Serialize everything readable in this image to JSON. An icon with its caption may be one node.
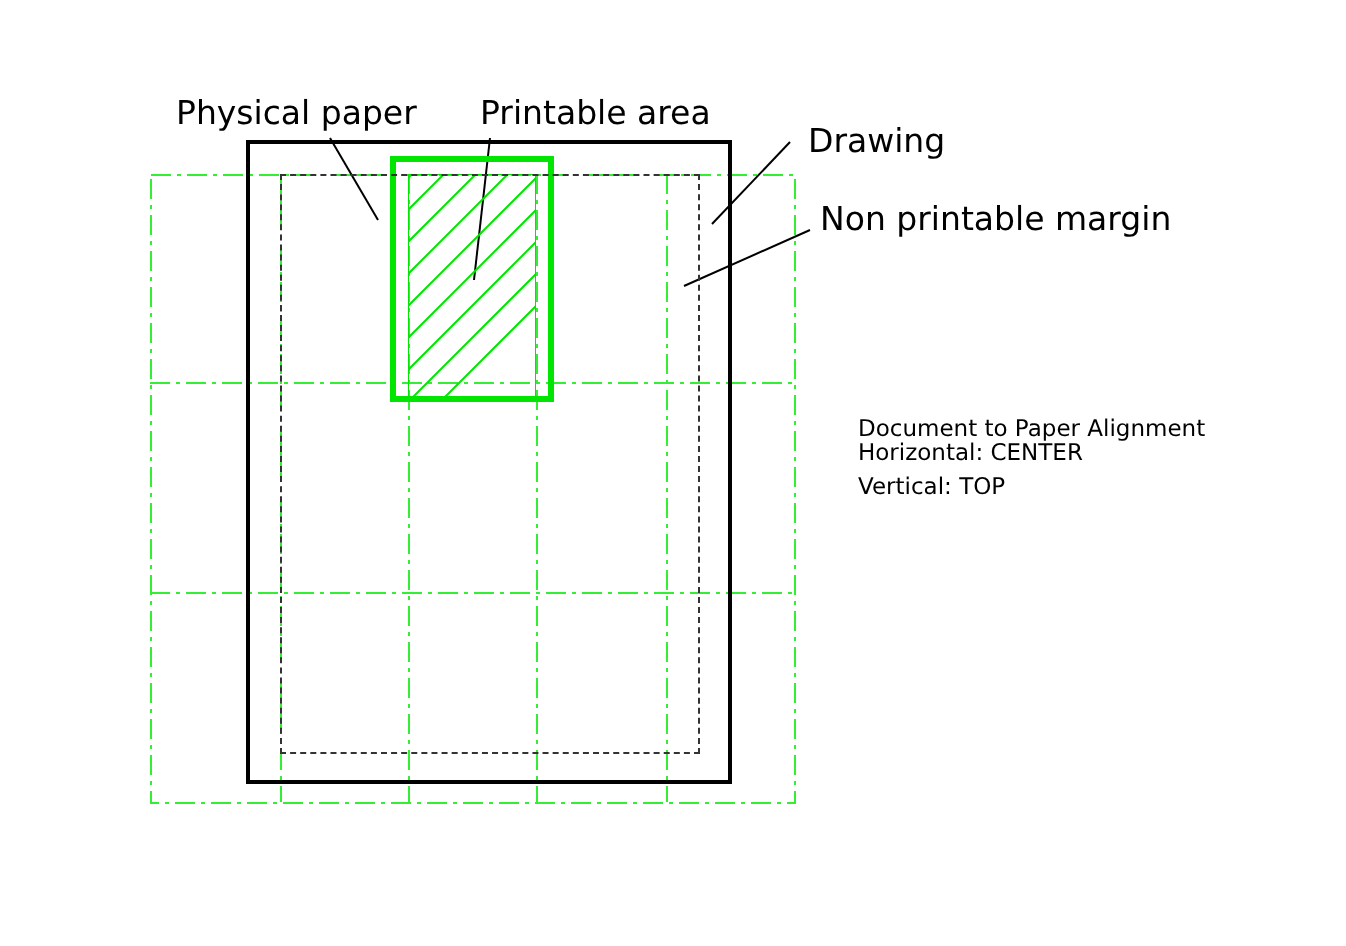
{
  "diagram": {
    "nodes": [
      {
        "text": [
          "Physical paper"
        ]
      },
      {
        "text": [
          "Printable area"
        ]
      },
      {
        "text": [
          "Drawing"
        ]
      },
      {
        "text": [
          "Non printable margin"
        ]
      },
      {
        "text": [],
        "shape": "box"
      },
      {
        "text": [],
        "shape": "box",
        "in": 4
      },
      {
        "text": [],
        "shape": "box",
        "in": 4
      }
    ],
    "edges": [
      {
        "from": 0,
        "to": 6,
        "arrow": "none"
      },
      {
        "from": 1,
        "to": 5,
        "arrow": "none"
      },
      {
        "from": 2,
        "to": 4,
        "arrow": "none"
      },
      {
        "from": 3,
        "to": 6,
        "arrow": "none"
      }
    ],
    "labels": [
      "Document to Paper Alignment",
      "Horizontal: CENTER",
      "Vertical: TOP"
    ]
  }
}
